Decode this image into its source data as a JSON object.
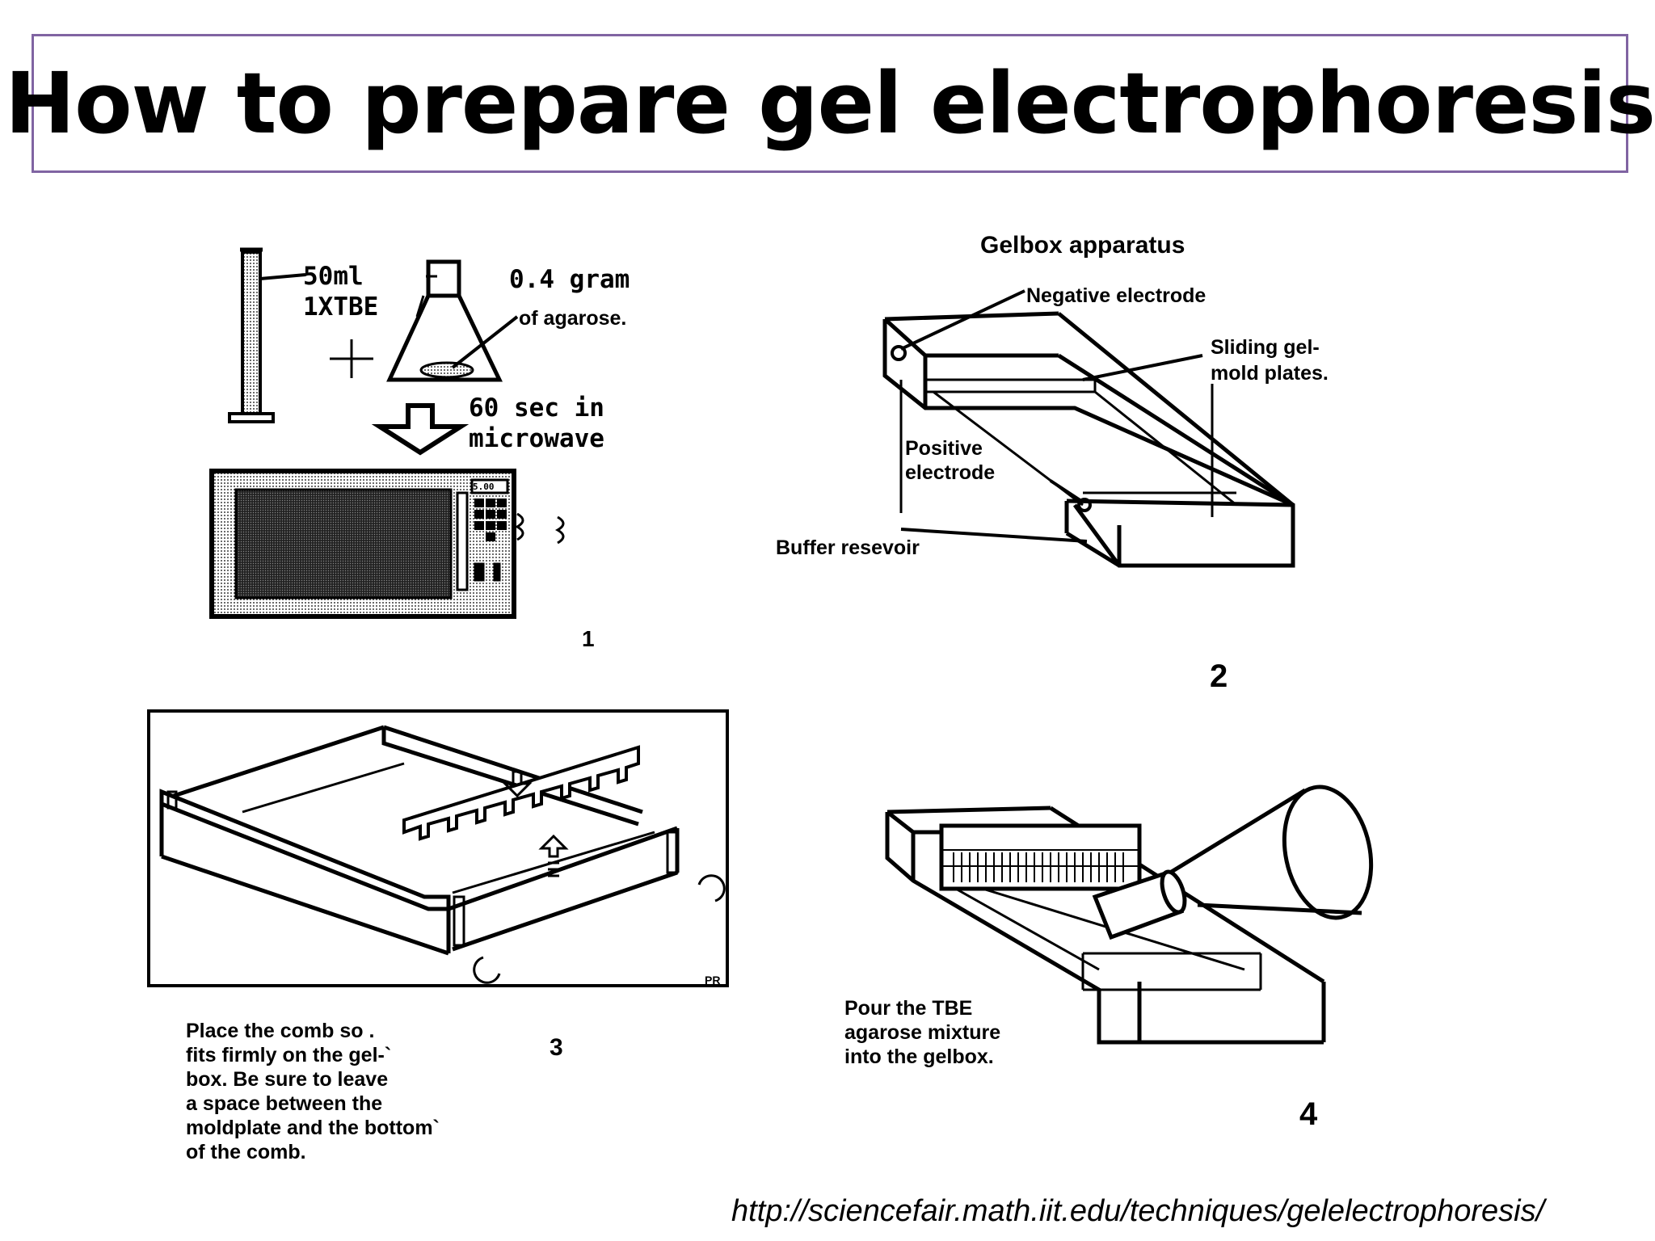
{
  "title": "How to prepare gel electrophoresis",
  "panel1": {
    "volume_label": "50ml",
    "buffer_label": "1XTBE",
    "mass_label": "0.4 gram",
    "agarose_label": "of agarose.",
    "time_label": "60 sec in",
    "microwave_label": "microwave",
    "display_text": "5.00",
    "number": "1"
  },
  "panel2": {
    "heading": "Gelbox apparatus",
    "negative_label": "Negative electrode",
    "sliding_label_1": "Sliding gel-",
    "sliding_label_2": "mold plates.",
    "positive_label_1": "Positive",
    "positive_label_2": "electrode",
    "buffer_label": "Buffer resevoir",
    "number": "2"
  },
  "panel3": {
    "caption_lines": [
      "Place the comb so .",
      "fits firmly on the gel-`",
      "box.  Be sure to leave",
      "a space between the",
      "moldplate and the bottom`",
      "of the comb."
    ],
    "initials": "PR",
    "number": "3"
  },
  "panel4": {
    "caption_lines": [
      "Pour the TBE",
      "agarose mixture",
      "into the gelbox."
    ],
    "number": "4"
  },
  "source_url": "http://sciencefair.math.iit.edu/techniques/gelelectrophoresis/",
  "colors": {
    "title_border": "#8064a2",
    "ink": "#000000"
  }
}
